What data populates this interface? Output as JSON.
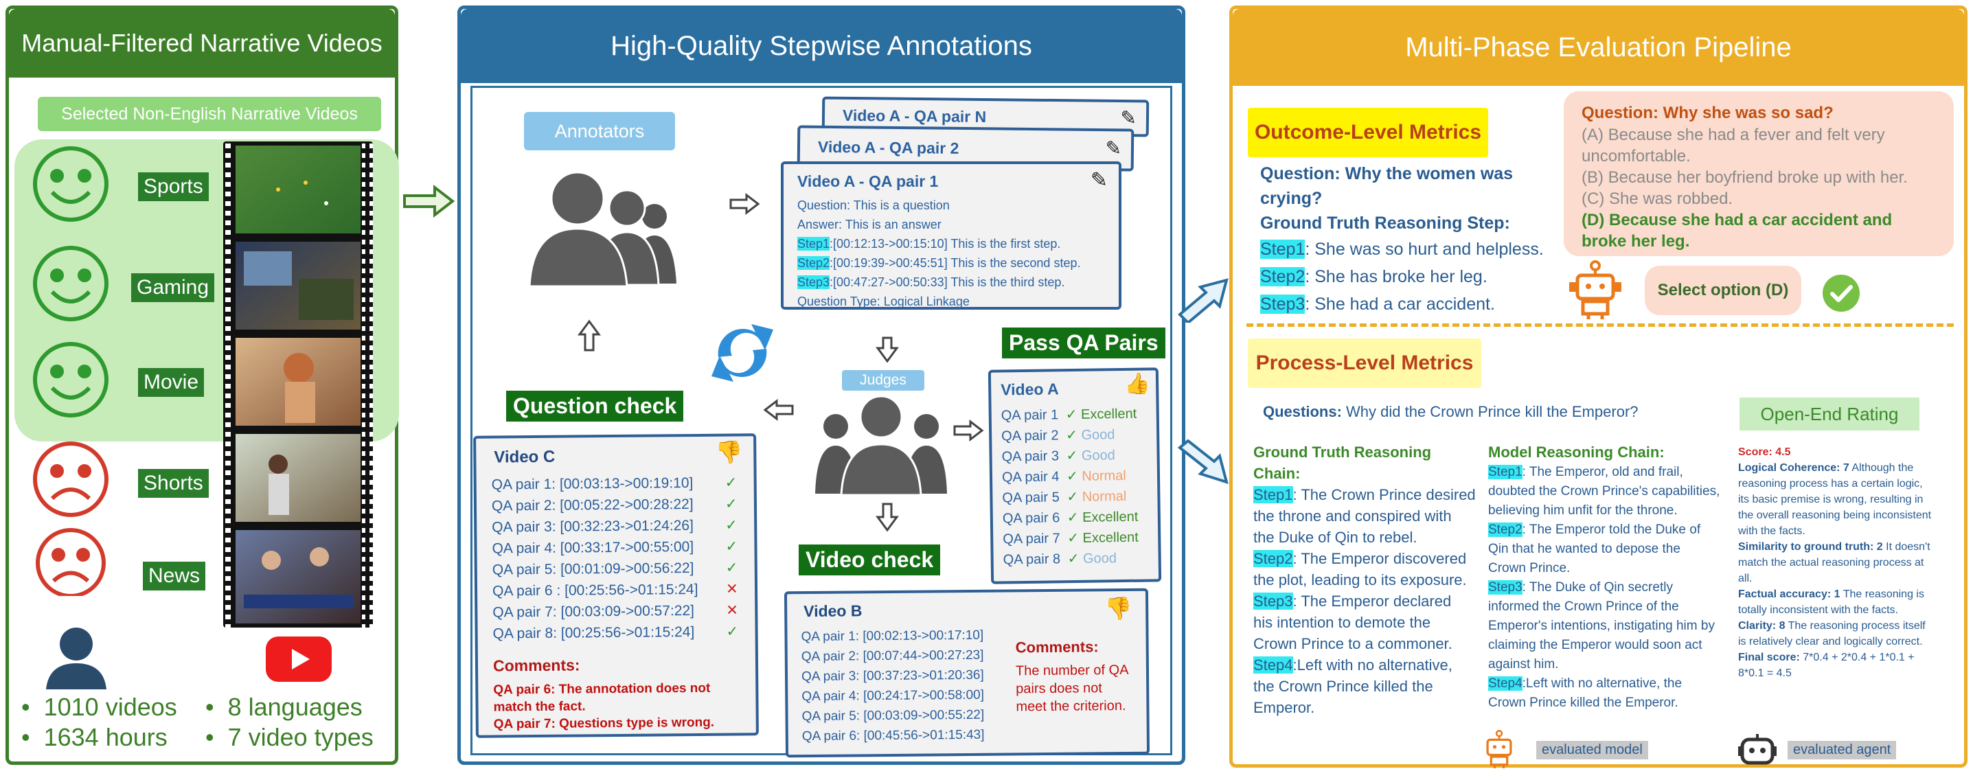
{
  "panel1": {
    "title": "Manual-Filtered Narrative Videos",
    "subtitle": "Selected Non-English Narrative Videos",
    "categories": [
      "Sports",
      "Gaming",
      "Movie",
      "Shorts",
      "News"
    ],
    "stats": [
      "1010 videos",
      "1634 hours",
      "8 languages",
      "7 video types"
    ],
    "colors": {
      "border": "#3d7f28",
      "title_bg": "#3d7f28",
      "happy": "#2f9a2f",
      "sad": "#d23b2b"
    }
  },
  "panel2": {
    "title": "High-Quality Stepwise Annotations",
    "annotators_label": "Annotators",
    "judges_label": "Judges",
    "qa_pair_n": "Video A - QA pair N",
    "qa_pair_2": "Video A - QA pair 2",
    "qa_pair_1": {
      "title": "Video A  - QA pair 1",
      "question": "Question: This is a question",
      "answer": "Answer: This is an answer",
      "steps": [
        {
          "label": "Step1",
          "text": ":[00:12:13->00:15:10]  This is the first step."
        },
        {
          "label": "Step2",
          "text": ":[00:19:39->00:45:51]  This is the second step."
        },
        {
          "label": "Step3",
          "text": ":[00:47:27->00:50:33] This is the third step."
        }
      ],
      "type": "Question Type: Logical Linkage"
    },
    "pass_label": "Pass QA Pairs",
    "pass_video": "Video A",
    "pass_rows": [
      {
        "pair": "QA pair 1",
        "rating": "Excellent",
        "color": "#3b8a2a"
      },
      {
        "pair": "QA pair 2",
        "rating": "Good",
        "color": "#8ab4d8"
      },
      {
        "pair": "QA pair 3",
        "rating": "Good",
        "color": "#8ab4d8"
      },
      {
        "pair": "QA pair 4",
        "rating": "Normal",
        "color": "#f0a070"
      },
      {
        "pair": "QA pair 5",
        "rating": "Normal",
        "color": "#f0a070"
      },
      {
        "pair": "QA pair 6",
        "rating": "Excellent",
        "color": "#3b8a2a"
      },
      {
        "pair": "QA pair 7",
        "rating": "Excellent",
        "color": "#3b8a2a"
      },
      {
        "pair": "QA pair 8",
        "rating": "Good",
        "color": "#8ab4d8"
      }
    ],
    "question_check": "Question check",
    "video_check": "Video check",
    "video_c": {
      "title": "Video C",
      "rows": [
        {
          "text": "QA pair 1: [00:03:13->00:19:10]",
          "mark": "✓"
        },
        {
          "text": "QA pair 2: [00:05:22->00:28:22]",
          "mark": "✓"
        },
        {
          "text": "QA pair 3: [00:32:23->01:24:26]",
          "mark": "✓"
        },
        {
          "text": "QA pair 4: [00:33:17->00:55:00]",
          "mark": "✓"
        },
        {
          "text": "QA pair 5: [00:01:09->00:56:22]",
          "mark": "✓"
        },
        {
          "text": "QA pair 6 : [00:25:56->01:15:24]",
          "mark": "✕"
        },
        {
          "text": "QA pair 7: [00:03:09->00:57:22]",
          "mark": "✕"
        },
        {
          "text": "QA pair 8: [00:25:56->01:15:24]",
          "mark": "✓"
        }
      ],
      "comments_label": "Comments:",
      "comments": [
        "QA pair 6: The annotation does not",
        "match the fact.",
        "QA pair 7: Questions type is wrong."
      ]
    },
    "video_b": {
      "title": "Video B",
      "rows": [
        "QA pair 1: [00:02:13->00:17:10]",
        "QA pair 2: [00:07:44->00:27:23]",
        "QA pair 3: [00:37:23->01:20:36]",
        "QA pair 4: [00:24:17->00:58:00]",
        "QA pair 5: [00:03:09->00:55:22]",
        "QA pair 6: [00:45:56->01:15:43]"
      ],
      "comments_label": "Comments:",
      "comments": [
        "The number of QA",
        "pairs does not",
        "meet the criterion."
      ]
    }
  },
  "panel3": {
    "title": "Multi-Phase Evaluation Pipeline",
    "outcome_label": "Outcome-Level Metrics",
    "outcome_question": [
      "Question: Why the women was",
      "crying?"
    ],
    "gt_step_label": "Ground Truth Reasoning Step:",
    "gt_steps": [
      {
        "label": "Step1",
        "text": ": She was so hurt and helpless."
      },
      {
        "label": "Step2",
        "text": ": She has broke her leg."
      },
      {
        "label": "Step3",
        "text": ": She had a car accident."
      }
    ],
    "mc_question": "Question: Why she was so sad?",
    "mc_options": [
      "(A) Because she had a fever and felt very",
      "uncomfortable.",
      "(B) Because her boyfriend broke up with her.",
      "(C) She was robbed."
    ],
    "mc_correct": [
      "(D) Because she had a car accident and",
      "broke her leg."
    ],
    "select_option": "Select option (D)",
    "process_label": "Process-Level Metrics",
    "questions_label": "Questions:",
    "questions_text": " Why did the Crown Prince kill the Emperor?",
    "open_end": "Open-End Rating",
    "gt_chain_label": "Ground Truth Reasoning Chain:",
    "gt_chain": [
      {
        "label": "Step1",
        "lines": [
          ": The Crown Prince desired",
          "the throne and conspired with",
          "the Duke of Qin to rebel."
        ]
      },
      {
        "label": "Step2",
        "lines": [
          ": The Emperor discovered",
          "the plot, leading to its exposure."
        ]
      },
      {
        "label": "Step3",
        "lines": [
          ": The Emperor declared",
          "his intention to demote the",
          "Crown Prince to a commoner."
        ]
      },
      {
        "label": "Step4",
        "lines": [
          ":Left with no alternative,",
          "the Crown Prince killed the",
          "Emperor."
        ]
      }
    ],
    "model_chain_label": "Model Reasoning Chain:",
    "model_chain": [
      {
        "label": "Step1",
        "lines": [
          ": The Emperor, old and frail,",
          "doubted the Crown Prince's capabilities,",
          "believing him unfit for the throne."
        ]
      },
      {
        "label": "Step2",
        "lines": [
          ": The Emperor told the Duke of",
          "Qin that he wanted  to depose the",
          "Crown Prince."
        ]
      },
      {
        "label": "Step3",
        "lines": [
          ": The Duke of Qin secretly",
          "informed the Crown Prince of the",
          "Emperor's intentions, instigating him by",
          "claiming the Emperor would soon act",
          "against him."
        ]
      },
      {
        "label": "Step4",
        "lines": [
          ":Left with no alternative, the",
          "Crown Prince killed the Emperor."
        ]
      }
    ],
    "score_label": "Score:",
    "score_value": "4.5",
    "rating_lines": [
      {
        "bold": "Logical Coherence: 7",
        "text": "  Although the reasoning process has a certain logic, its basic premise is wrong, resulting in the overall reasoning being inconsistent with the facts."
      },
      {
        "bold": "Similarity to ground truth: 2",
        "text": "  It doesn't match the actual reasoning process at all."
      },
      {
        "bold": "Factual accuracy: 1",
        "text": "  The reasoning is totally inconsistent with the facts."
      },
      {
        "bold": "Clarity: 8",
        "text": " The reasoning process itself is relatively clear and logically correct."
      },
      {
        "bold": "Final score:",
        "text": " 7*0.4 + 2*0.4 + 1*0.1 + 8*0.1 = 4.5"
      }
    ],
    "evaluated_model": "evaluated model",
    "evaluated_agent": "evaluated agent"
  }
}
